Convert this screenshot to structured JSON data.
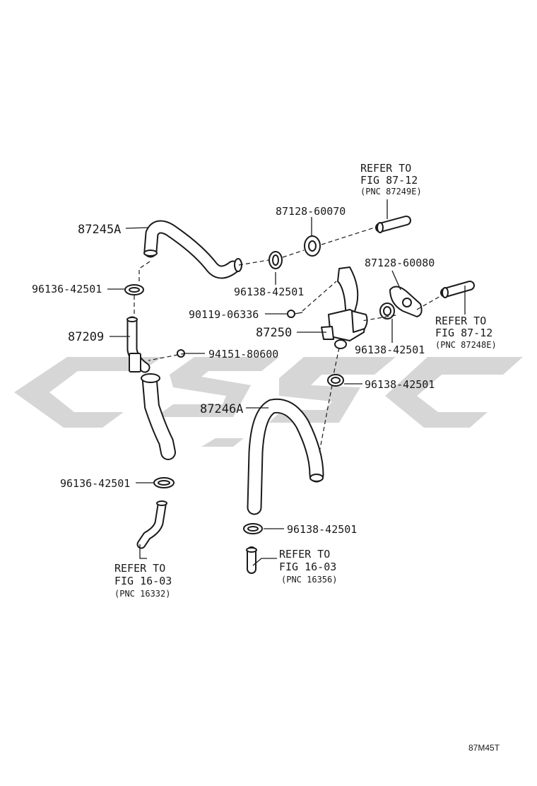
{
  "diagram": {
    "code": "87M45T",
    "parts": {
      "p87245A": "87245A",
      "p96136_top": "96136-42501",
      "p87209": "87209",
      "p94151": "94151-80600",
      "p96136_bottom": "96136-42501",
      "p87128_60070": "87128-60070",
      "p96138_top": "96138-42501",
      "p90119": "90119-06336",
      "p87250": "87250",
      "p87128_60080": "87128-60080",
      "p96138_right": "96138-42501",
      "p96138_mid": "96138-42501",
      "p87246A": "87246A",
      "p96138_bottom": "96138-42501"
    },
    "refs": {
      "ref_top": {
        "line1": "REFER TO",
        "line2": "FIG 87-12",
        "line3": "(PNC 87249E)"
      },
      "ref_right": {
        "line1": "REFER TO",
        "line2": "FIG 87-12",
        "line3": "(PNC 87248E)"
      },
      "ref_left": {
        "line1": "REFER TO",
        "line2": "FIG 16-03",
        "line3": "(PNC 16332)"
      },
      "ref_mid": {
        "line1": "REFER TO",
        "line2": "FIG 16-03",
        "line3": "(PNC 16356)"
      }
    }
  }
}
